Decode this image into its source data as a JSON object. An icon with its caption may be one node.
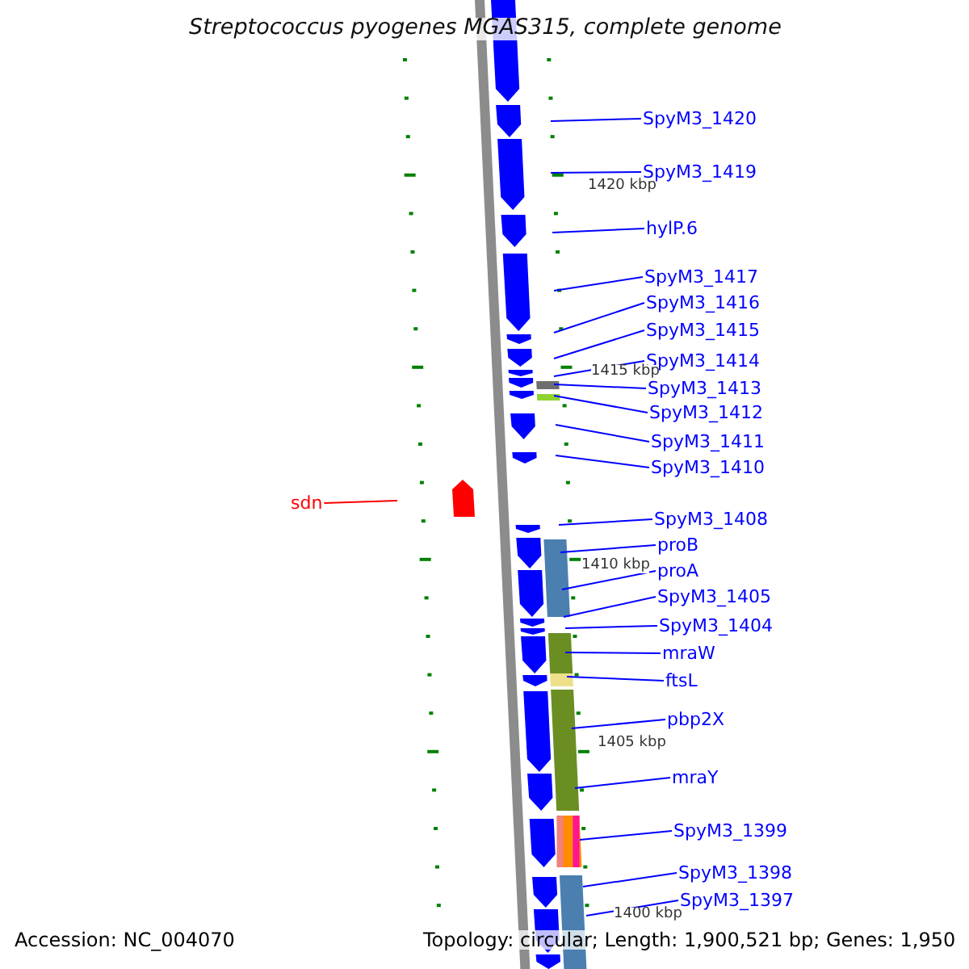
{
  "diagram": {
    "title": "Streptococcus pyogenes MGAS315, complete genome",
    "nodes": [
      {
        "text": [
          "SpyM3_1420"
        ]
      },
      {
        "text": [
          "SpyM3_1419"
        ]
      },
      {
        "text": [
          "hylP.6"
        ]
      },
      {
        "text": [
          "SpyM3_1417"
        ]
      },
      {
        "text": [
          "SpyM3_1416"
        ]
      },
      {
        "text": [
          "SpyM3_1415"
        ]
      },
      {
        "text": [
          "SpyM3_1414"
        ]
      },
      {
        "text": [
          "SpyM3_1413"
        ]
      },
      {
        "text": [
          "SpyM3_1412"
        ]
      },
      {
        "text": [
          "SpyM3_1411"
        ]
      },
      {
        "text": [
          "SpyM3_1410"
        ]
      },
      {
        "text": [
          "sdn"
        ]
      },
      {
        "text": [
          "SpyM3_1408"
        ]
      },
      {
        "text": [
          "proB"
        ]
      },
      {
        "text": [
          "proA"
        ]
      },
      {
        "text": [
          "SpyM3_1405"
        ]
      },
      {
        "text": [
          "SpyM3_1404"
        ]
      },
      {
        "text": [
          "mraW"
        ]
      },
      {
        "text": [
          "ftsL"
        ]
      },
      {
        "text": [
          "pbp2X"
        ]
      },
      {
        "text": [
          "mraY"
        ]
      },
      {
        "text": [
          "SpyM3_1399"
        ]
      },
      {
        "text": [
          "SpyM3_1398"
        ]
      },
      {
        "text": [
          "SpyM3_1397"
        ]
      }
    ],
    "edges": [
      {
        "from": 0,
        "to": null,
        "arrow": "none"
      },
      {
        "from": 1,
        "to": null,
        "arrow": "none"
      },
      {
        "from": 2,
        "to": null,
        "arrow": "none"
      },
      {
        "from": 3,
        "to": null,
        "arrow": "none"
      },
      {
        "from": 4,
        "to": null,
        "arrow": "none"
      },
      {
        "from": 5,
        "to": null,
        "arrow": "none"
      },
      {
        "from": 6,
        "to": null,
        "arrow": "none"
      },
      {
        "from": 7,
        "to": null,
        "arrow": "none"
      },
      {
        "from": 8,
        "to": null,
        "arrow": "none"
      },
      {
        "from": 9,
        "to": null,
        "arrow": "none"
      },
      {
        "from": 10,
        "to": null,
        "arrow": "none"
      },
      {
        "from": 11,
        "to": null,
        "arrow": "none",
        "color": "#ff0000"
      },
      {
        "from": 12,
        "to": null,
        "arrow": "none"
      },
      {
        "from": 13,
        "to": null,
        "arrow": "none"
      },
      {
        "from": 14,
        "to": null,
        "arrow": "none"
      },
      {
        "from": 15,
        "to": null,
        "arrow": "none"
      },
      {
        "from": 16,
        "to": null,
        "arrow": "none"
      },
      {
        "from": 17,
        "to": null,
        "arrow": "none"
      },
      {
        "from": 18,
        "to": null,
        "arrow": "none"
      },
      {
        "from": 19,
        "to": null,
        "arrow": "none"
      },
      {
        "from": 20,
        "to": null,
        "arrow": "none"
      },
      {
        "from": 21,
        "to": null,
        "arrow": "none"
      },
      {
        "from": 22,
        "to": null,
        "arrow": "none"
      },
      {
        "from": 23,
        "to": null,
        "arrow": "none"
      }
    ],
    "labels": [
      "1420 kbp",
      "1415 kbp",
      "1410 kbp",
      "1405 kbp",
      "1400 kbp",
      "Accession: NC_004070",
      "Topology: circular; Length: 1,900,521 bp; Genes: 1,950"
    ]
  }
}
